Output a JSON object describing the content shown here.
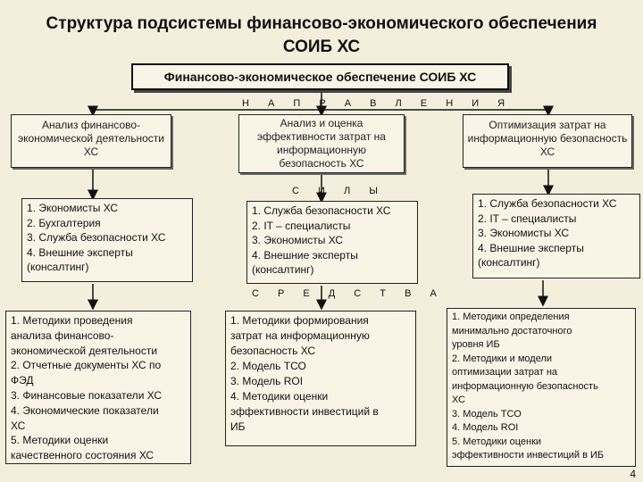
{
  "title": {
    "line1": "Структура подсистемы финансово-экономического обеспечения",
    "line2": "СОИБ ХС"
  },
  "root": {
    "label": "Финансово-экономическое обеспечение СОИБ ХС"
  },
  "section_labels": {
    "directions": "Н А П Р А В Л Е Н И Я",
    "forces": "С И Л Ы",
    "means": "С Р Е Д С Т В А"
  },
  "directions": [
    {
      "text": "Анализ финансово-экономической деятельности ХС"
    },
    {
      "text": "Анализ и оценка эффективности затрат на информационную безопасность ХС"
    },
    {
      "text": "Оптимизация затрат на информационную безопасность ХС"
    }
  ],
  "forces": [
    {
      "lines": [
        "1. Экономисты ХС",
        "2. Бухгалтерия",
        "3. Служба безопасности ХС",
        "4. Внешние эксперты",
        "(консалтинг)"
      ]
    },
    {
      "lines": [
        "1. Служба безопасности ХС",
        "2. IT – специалисты",
        "3. Экономисты ХС",
        "4. Внешние эксперты",
        "(консалтинг)"
      ]
    },
    {
      "lines": [
        "1. Служба безопасности ХС",
        "2. IT – специалисты",
        "3. Экономисты ХС",
        "4. Внешние эксперты",
        "(консалтинг)"
      ]
    }
  ],
  "means": [
    {
      "lines": [
        "1. Методики проведения",
        "анализа финансово-",
        "экономической деятельности",
        "2. Отчетные документы ХС по",
        "ФЭД",
        "3. Финансовые показатели ХС",
        "4. Экономические показатели",
        "ХС",
        "5. Методики оценки",
        "качественного состояния ХС"
      ]
    },
    {
      "lines": [
        "1. Методики формирования",
        "затрат на информационную",
        "безопасность ХС",
        "2. Модель ТСО",
        "3. Модель ROI",
        "4. Методики оценки",
        "эффективности инвестиций в",
        "ИБ"
      ]
    },
    {
      "lines": [
        "1. Методики определения",
        "минимально достаточного",
        "уровня ИБ",
        "2. Методики и модели",
        "оптимизации затрат на",
        "информационную безопасность",
        "ХС",
        "3. Модель ТСО",
        "4. Модель ROI",
        "5. Методики оценки",
        "эффективности инвестиций в ИБ"
      ]
    }
  ],
  "page_number": "4"
}
